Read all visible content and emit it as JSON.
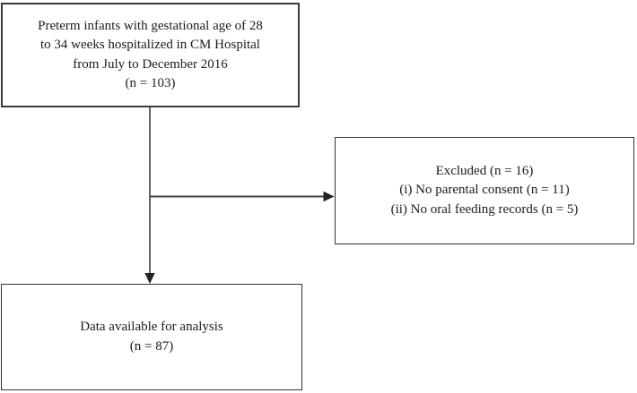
{
  "figure": {
    "type": "flow-diagram",
    "background_color": "#ffffff",
    "line_color": "#333333",
    "text_color": "#1c1c1c",
    "boxes": {
      "population": {
        "role": "enrollment",
        "n": 103,
        "lines": [
          "Preterm infants with gestational age of 28",
          "to 34 weeks hospitalized in CM Hospital",
          "from July to December 2016",
          "(n = 103)"
        ]
      },
      "excluded": {
        "role": "exclusion",
        "n": 16,
        "lines": [
          "Excluded (n = 16)",
          "(i) No parental consent (n = 11)",
          "(ii) No oral feeding records (n = 5)"
        ]
      },
      "analysis": {
        "role": "analysis",
        "n": 87,
        "lines": [
          "Data available for analysis",
          "(n = 87)"
        ]
      }
    },
    "arrows": [
      {
        "from": "population",
        "to": "analysis",
        "direction": "down"
      },
      {
        "from": "population-analysis-connector",
        "to": "excluded",
        "direction": "right"
      }
    ]
  }
}
